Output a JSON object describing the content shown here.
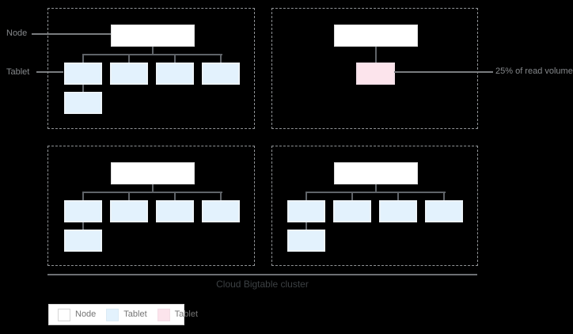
{
  "diagram": {
    "title": "Cloud Bigtable cluster",
    "callouts": {
      "node": "Node",
      "tablet": "Tablet",
      "hotspot": "25% of read volume"
    },
    "panels": [
      {
        "name": "node-group-1",
        "nodes": 1,
        "blue_tablets": 5,
        "pink_tablets": 0
      },
      {
        "name": "node-group-2-hotspot",
        "nodes": 1,
        "blue_tablets": 0,
        "pink_tablets": 1
      },
      {
        "name": "node-group-3",
        "nodes": 1,
        "blue_tablets": 5,
        "pink_tablets": 0
      },
      {
        "name": "node-group-4",
        "nodes": 1,
        "blue_tablets": 5,
        "pink_tablets": 0
      }
    ],
    "colors": {
      "background": "#000000",
      "node_fill": "#ffffff",
      "tablet_fill": "#e3f2fd",
      "hotspot_fill": "#fce4ec",
      "connector": "#5f6368",
      "dashed_border": "#8f9295",
      "callout_text": "#85888b",
      "title_text": "#3c4043"
    }
  },
  "legend": {
    "items": [
      {
        "label": "Node",
        "swatch": "#ffffff"
      },
      {
        "label": "Tablet",
        "swatch": "#e3f2fd"
      },
      {
        "label": "Tablet",
        "swatch": "#fce4ec"
      }
    ]
  }
}
